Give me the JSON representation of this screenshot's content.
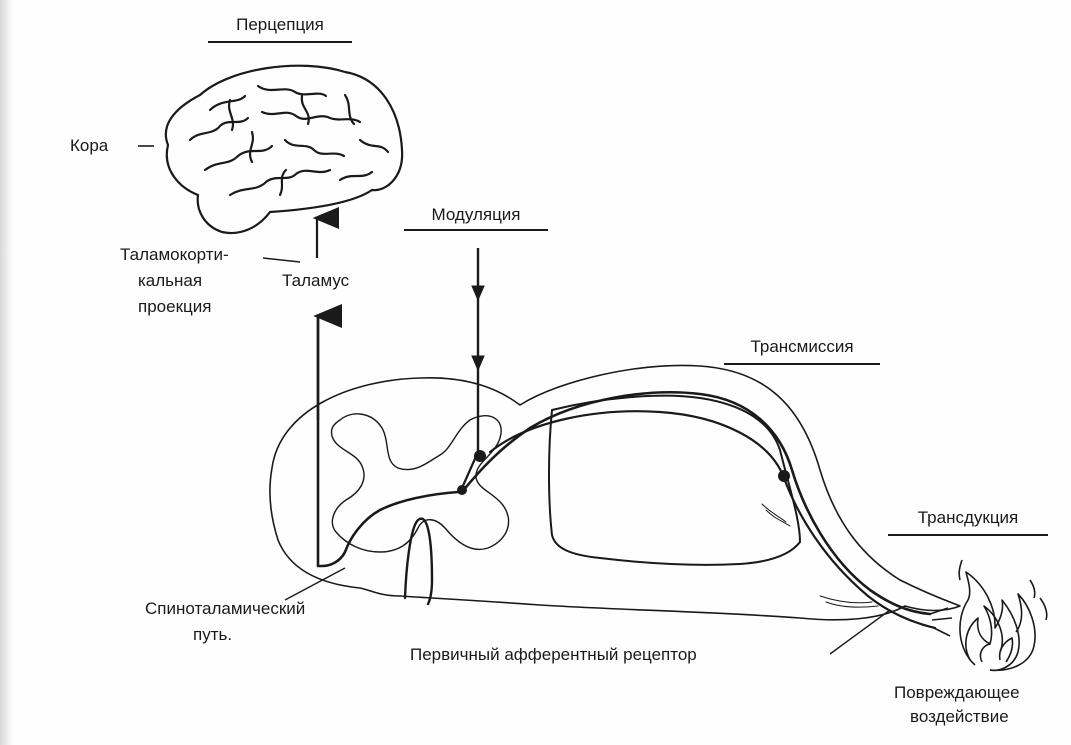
{
  "headings": {
    "perception": "Перцепция",
    "modulation": "Модуляция",
    "transmission": "Трансмиссия",
    "transduction": "Трансдукция"
  },
  "labels": {
    "cortex": "Кора",
    "thalamocortical_1": "Таламокорти-",
    "thalamocortical_2": "кальная",
    "thalamocortical_3": "проекция",
    "thalamus": "Таламус",
    "spinothalamic_1": "Спиноталамический",
    "spinothalamic_2": "путь.",
    "primary_afferent": "Первичный афферентный рецептор",
    "damaging_1": "Повреждающее",
    "damaging_2": "воздействие"
  },
  "icons": {
    "brain": "brain-icon",
    "flame": "flame-icon"
  },
  "colors": {
    "ink": "#1a1a1a",
    "paper": "#fefefe"
  }
}
